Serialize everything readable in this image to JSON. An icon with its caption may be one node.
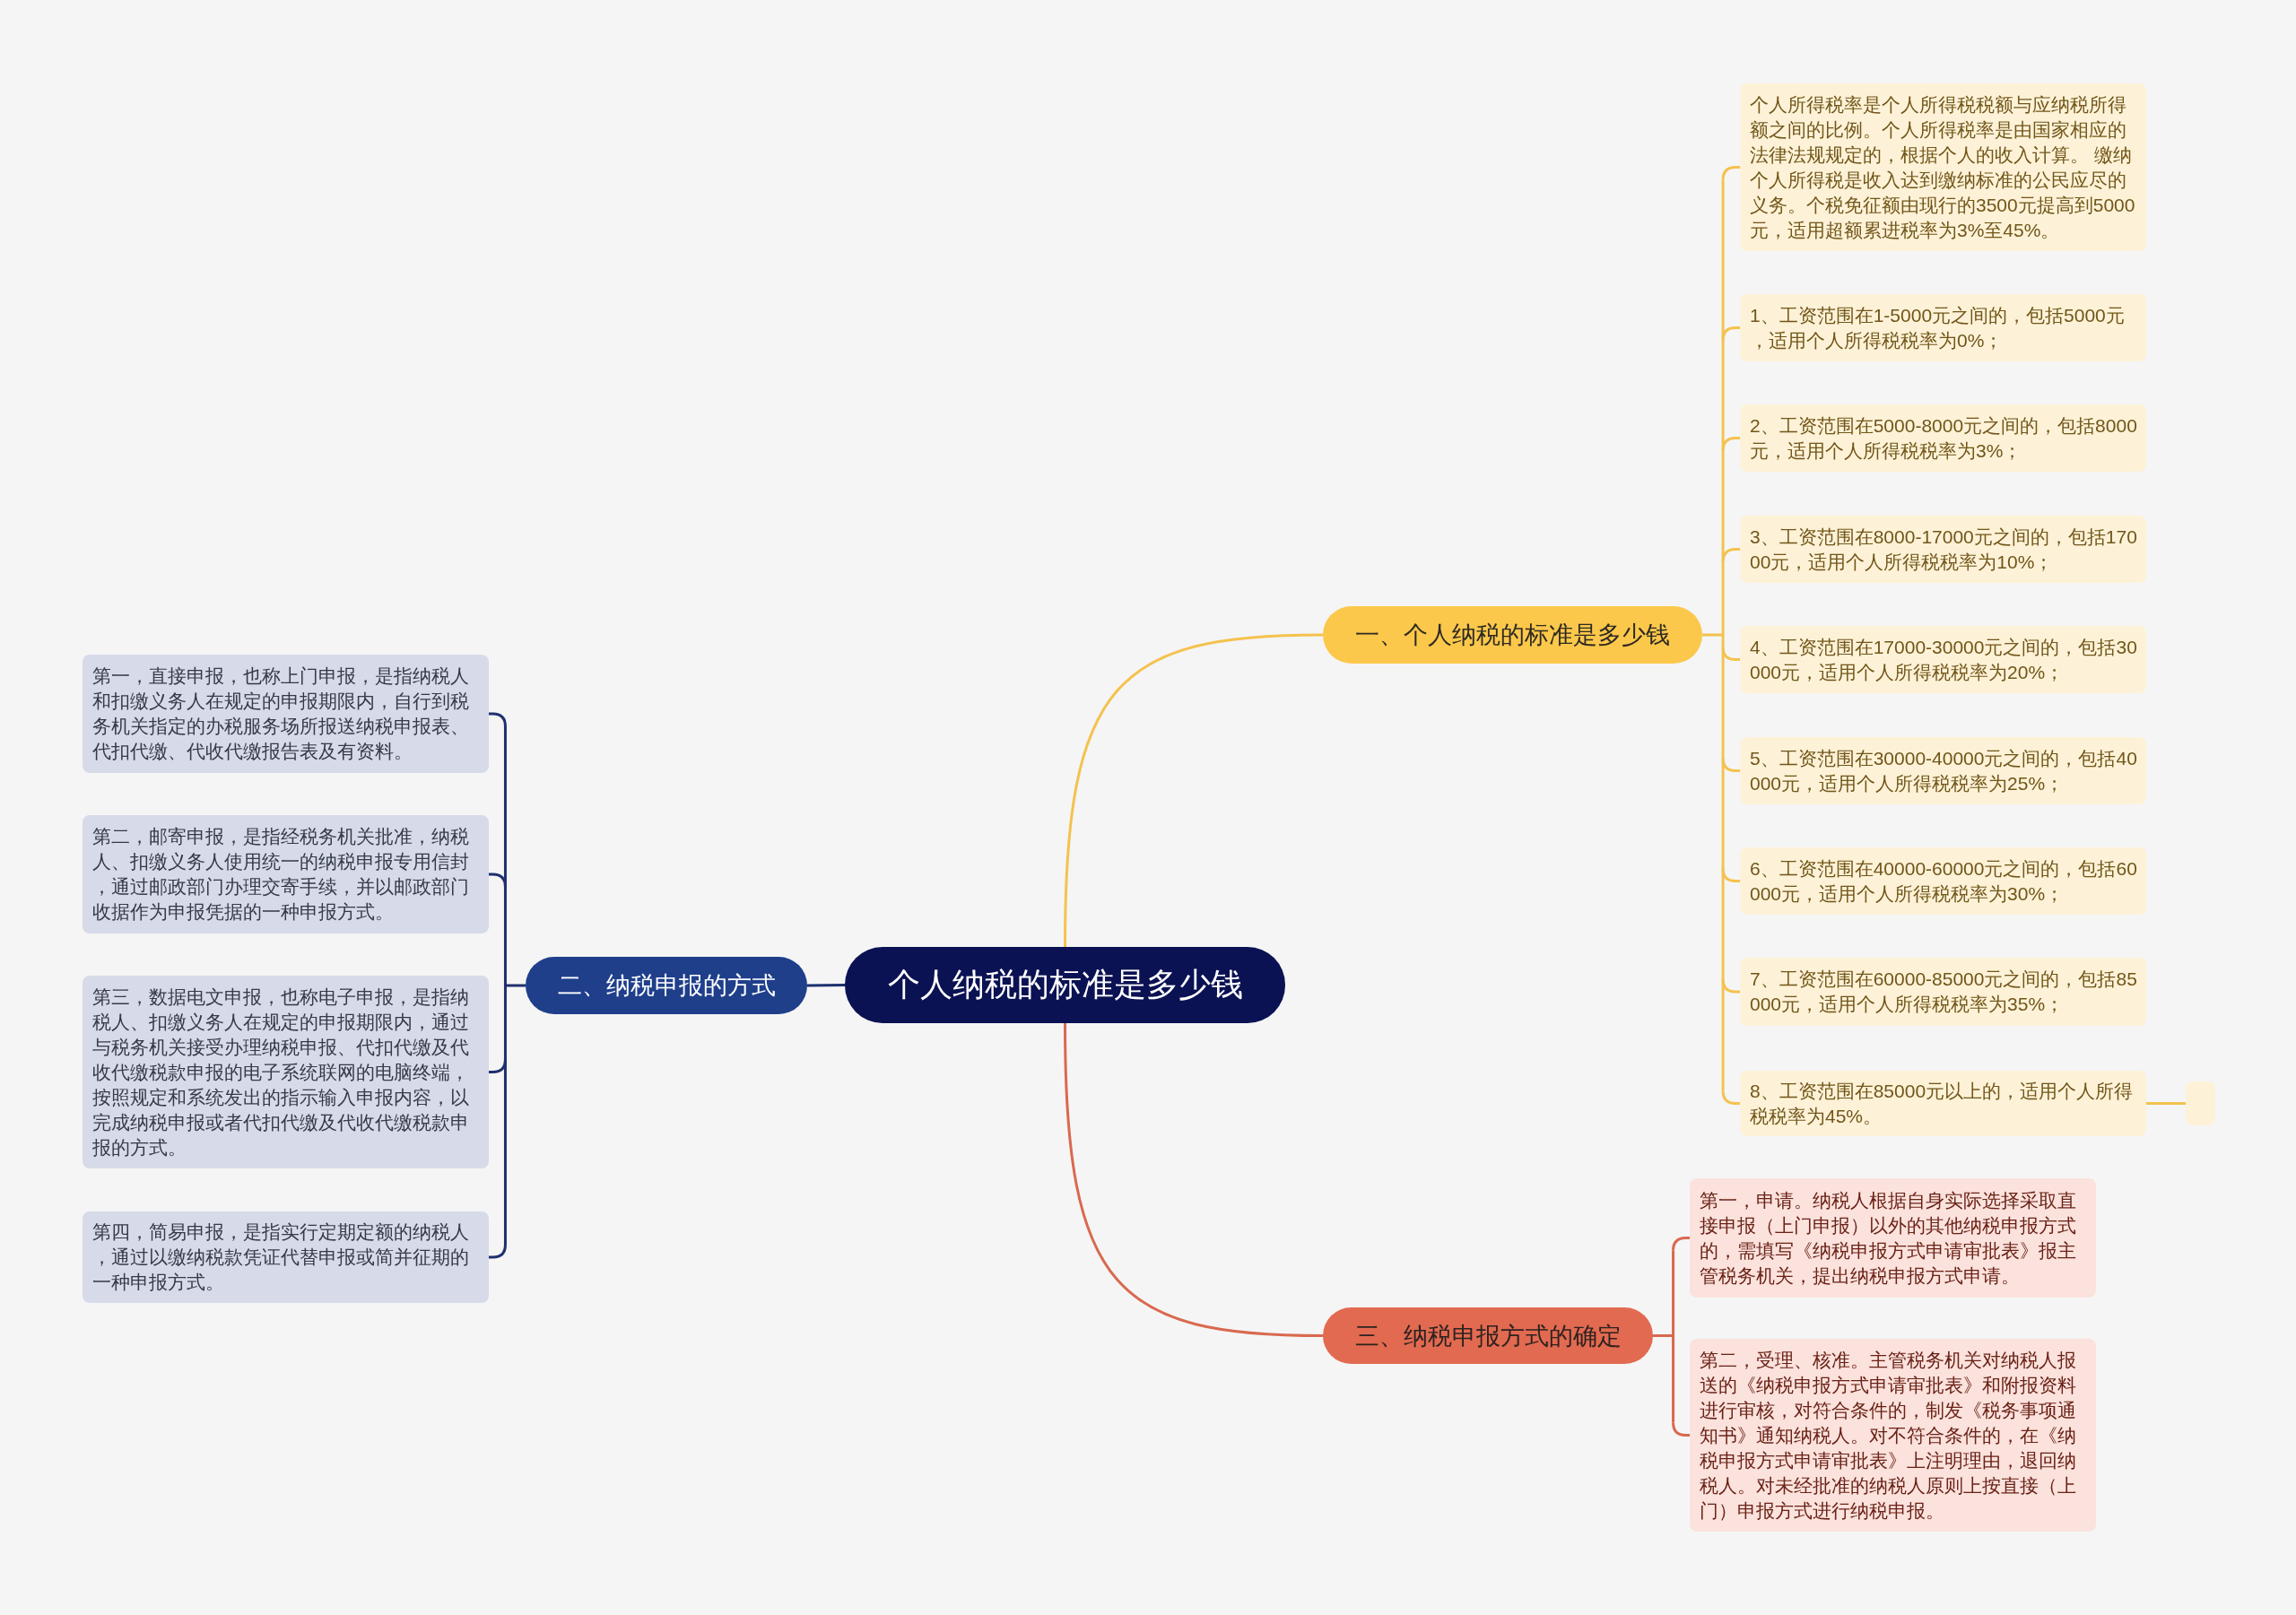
{
  "diagram": {
    "nodes": [
      {
        "text": [
          "个人纳税的标准是多少钱"
        ]
      },
      {
        "text": [
          "一、个人纳税的标准是多少钱"
        ]
      },
      {
        "text": [
          "个人所得税率是个人所得税税额与应纳税所得额之间的比例。个人所得税率是由国家相应的法律法规规定的，根据个人的收入计算。 缴纳个人所得税是收入达到缴纳标准的公民应尽的义务。个税免征额由现行的3500元提高到5000元，适用超额累进税率为3%至45%。"
        ]
      },
      {
        "text": [
          "1、工资范围在1-5000元之间的，包括5000元，适用个人所得税税率为0%；"
        ]
      },
      {
        "text": [
          "2、工资范围在5000-8000元之间的，包括8000元，适用个人所得税税率为3%；"
        ]
      },
      {
        "text": [
          "3、工资范围在8000-17000元之间的，包括17000元，适用个人所得税税率为10%；"
        ]
      },
      {
        "text": [
          "4、工资范围在17000-30000元之间的，包括30000元，适用个人所得税税率为20%；"
        ]
      },
      {
        "text": [
          "5、工资范围在30000-40000元之间的，包括40000元，适用个人所得税税率为25%；"
        ]
      },
      {
        "text": [
          "6、工资范围在40000-60000元之间的，包括60000元，适用个人所得税税率为30%；"
        ]
      },
      {
        "text": [
          "7、工资范围在60000-85000元之间的，包括85000元，适用个人所得税税率为35%；"
        ]
      },
      {
        "text": [
          "8、工资范围在85000元以上的，适用个人所得税税率为45%。"
        ]
      },
      {
        "text": [],
        "shape": "box"
      },
      {
        "text": [
          "二、纳税申报的方式"
        ]
      },
      {
        "text": [
          "第一，直接申报，也称上门申报，是指纳税人和扣缴义务人在规定的申报期限内，自行到税务机关指定的办税服务场所报送纳税申报表、代扣代缴、代收代缴报告表及有资料。"
        ]
      },
      {
        "text": [
          "第二，邮寄申报，是指经税务机关批准，纳税人、扣缴义务人使用统一的纳税申报专用信封，通过邮政部门办理交寄手续，并以邮政部门收据作为申报凭据的一种申报方式。"
        ]
      },
      {
        "text": [
          "第三，数据电文申报，也称电子申报，是指纳税人、扣缴义务人在规定的申报期限内，通过与税务机关接受办理纳税申报、代扣代缴及代收代缴税款申报的电子系统联网的电脑终端，按照规定和系统发出的指示输入申报内容，以完成纳税申报或者代扣代缴及代收代缴税款申报的方式。"
        ]
      },
      {
        "text": [
          "第四，简易申报，是指实行定期定额的纳税人，通过以缴纳税款凭证代替申报或简并征期的一种申报方式。"
        ]
      },
      {
        "text": [
          "三、纳税申报方式的确定"
        ]
      },
      {
        "text": [
          "第一，申请。纳税人根据自身实际选择采取直接申报（上门申报）以外的其他纳税申报方式的，需填写《纳税申报方式申请审批表》报主管税务机关，提出纳税申报方式申请。"
        ]
      },
      {
        "text": [
          "第二，受理、核准。主管税务机关对纳税人报送的《纳税申报方式申请审批表》和附报资料进行审核，对符合条件的，制发《税务事项通知书》通知纳税人。对不符合条件的，在《纳税申报方式申请审批表》上注明理由，退回纳税人。对未经批准的纳税人原则上按直接（上门）申报方式进行纳税申报。"
        ]
      }
    ],
    "edges": [
      {
        "from": 0,
        "to": 1,
        "arrow": "none"
      },
      {
        "from": 1,
        "to": 2,
        "arrow": "none"
      },
      {
        "from": 1,
        "to": 3,
        "arrow": "none"
      },
      {
        "from": 1,
        "to": 4,
        "arrow": "none"
      },
      {
        "from": 1,
        "to": 5,
        "arrow": "none"
      },
      {
        "from": 1,
        "to": 6,
        "arrow": "none"
      },
      {
        "from": 1,
        "to": 7,
        "arrow": "none"
      },
      {
        "from": 1,
        "to": 8,
        "arrow": "none"
      },
      {
        "from": 1,
        "to": 9,
        "arrow": "none"
      },
      {
        "from": 1,
        "to": 10,
        "arrow": "none"
      },
      {
        "from": 10,
        "to": 11,
        "arrow": "none"
      },
      {
        "from": 0,
        "to": 12,
        "arrow": "none",
        "color": "#1e306e"
      },
      {
        "from": 12,
        "to": 13,
        "arrow": "none",
        "color": "#1e306e"
      },
      {
        "from": 12,
        "to": 14,
        "arrow": "none",
        "color": "#1e306e"
      },
      {
        "from": 12,
        "to": 15,
        "arrow": "none",
        "color": "#1e306e"
      },
      {
        "from": 12,
        "to": 16,
        "arrow": "none",
        "color": "#1e306e"
      },
      {
        "from": 0,
        "to": 17,
        "arrow": "none",
        "color": "#d9694f"
      },
      {
        "from": 17,
        "to": 18,
        "arrow": "none",
        "color": "#d9694f"
      },
      {
        "from": 17,
        "to": 19,
        "arrow": "none",
        "color": "#d9694f"
      }
    ]
  }
}
